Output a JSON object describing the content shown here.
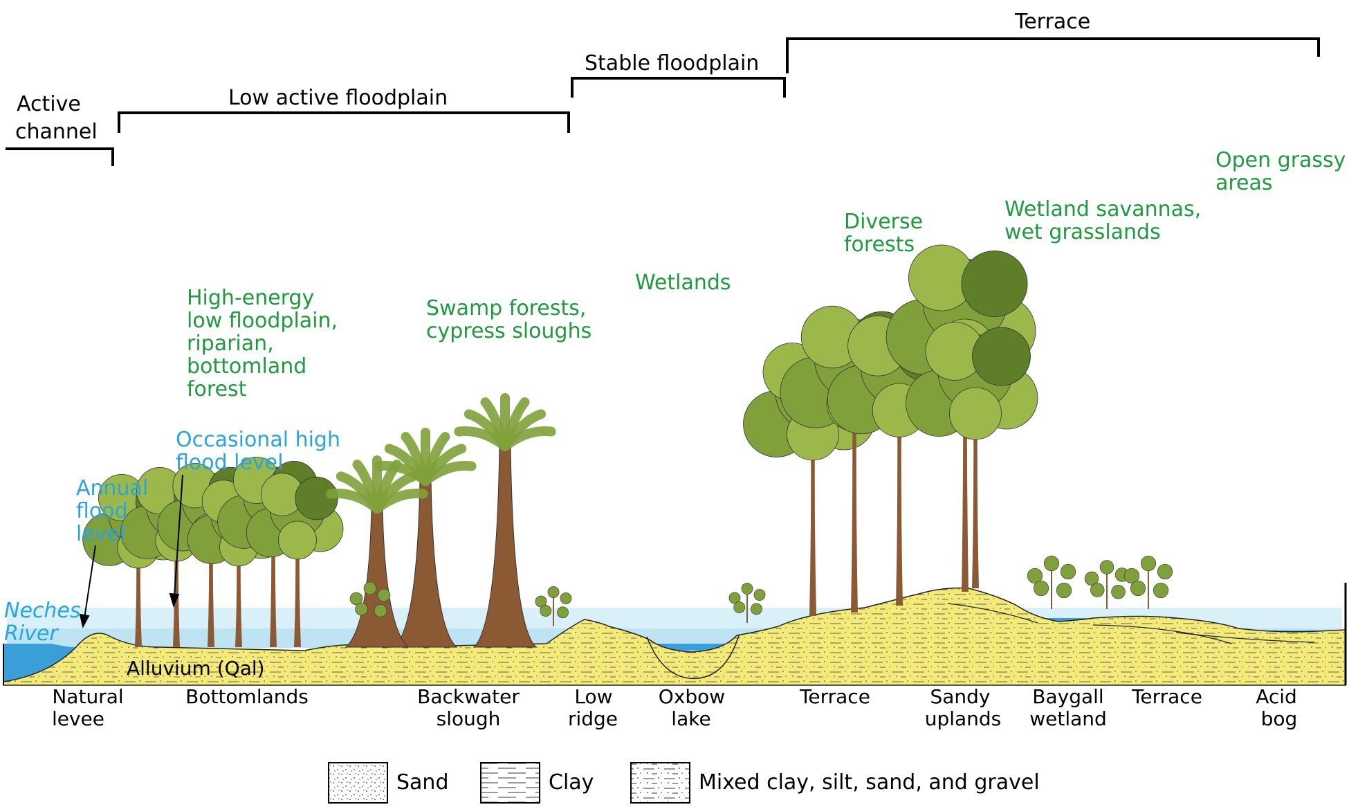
{
  "zones": {
    "active_channel": [
      "Active",
      "channel"
    ],
    "low_active_floodplain": "Low active floodplain",
    "stable_floodplain": "Stable floodplain",
    "terrace": "Terrace"
  },
  "vegetation": {
    "high_energy": [
      "High-energy",
      "low floodplain,",
      "riparian,",
      "bottomland",
      "forest"
    ],
    "swamp_forests": [
      "Swamp forests,",
      "cypress sloughs"
    ],
    "wetlands": "Wetlands",
    "diverse_forests": [
      "Diverse",
      "forests"
    ],
    "wetland_savannas": [
      "Wetland savannas,",
      "wet grasslands"
    ],
    "open_grassy": [
      "Open grassy",
      "areas"
    ]
  },
  "water": {
    "annual_flood": [
      "Annual",
      "flood",
      "level"
    ],
    "occasional_flood": [
      "Occasional high",
      "flood level"
    ],
    "river": [
      "Neches",
      "River"
    ]
  },
  "alluvium_label": "Alluvium (Qal)",
  "landforms": {
    "natural_levee": [
      "Natural",
      "levee"
    ],
    "bottomlands": "Bottomlands",
    "backwater_slough": [
      "Backwater",
      "slough"
    ],
    "low_ridge": [
      "Low",
      "ridge"
    ],
    "oxbow_lake": [
      "Oxbow",
      "lake"
    ],
    "terrace_1": "Terrace",
    "sandy_uplands": [
      "Sandy",
      "uplands"
    ],
    "baygall_wetland": [
      "Baygall",
      "wetland"
    ],
    "terrace_2": "Terrace",
    "acid_bog": [
      "Acid",
      "bog"
    ]
  },
  "legend": {
    "sand": "Sand",
    "clay": "Clay",
    "mixed": "Mixed clay, silt, sand, and gravel"
  },
  "colors": {
    "vegetation_text": "#1f9a3e",
    "water_text": "#2aa5dc",
    "sediment": "#f3ea7a",
    "water": "#3a9fd8",
    "flood_band": "#bfe3f2",
    "trunk": "#8b5a35",
    "foliage_light": "#9cb84a",
    "foliage_mid": "#7fa03a",
    "foliage_dark": "#5e7e2a"
  }
}
